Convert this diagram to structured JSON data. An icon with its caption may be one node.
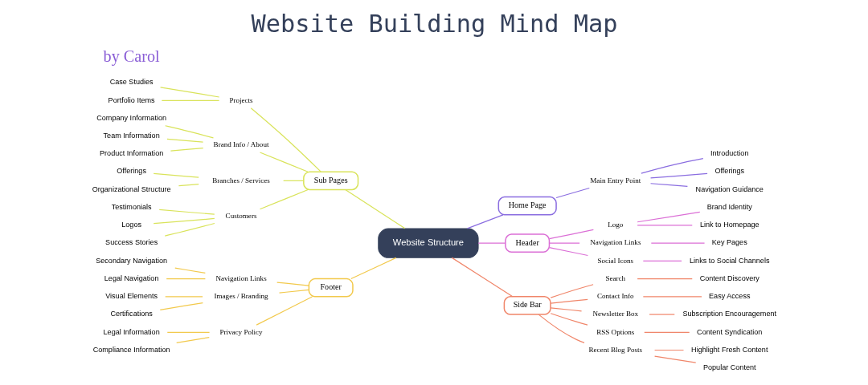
{
  "diagram": {
    "title": "Website Building Mind Map",
    "nodes": [
      {
        "text": [
          "Website Structure"
        ]
      },
      {
        "text": [
          "Sub Pages"
        ]
      },
      {
        "text": [
          "Projects"
        ]
      },
      {
        "text": [
          "Case Studies"
        ]
      },
      {
        "text": [
          "Portfolio Items"
        ]
      },
      {
        "text": [
          "Brand Info / About"
        ]
      },
      {
        "text": [
          "Company Information"
        ]
      },
      {
        "text": [
          "Team Information"
        ]
      },
      {
        "text": [
          "Product Information"
        ]
      },
      {
        "text": [
          "Branches / Services"
        ]
      },
      {
        "text": [
          "Offerings"
        ]
      },
      {
        "text": [
          "Organizational Structure"
        ]
      },
      {
        "text": [
          "Customers"
        ]
      },
      {
        "text": [
          "Testimonials"
        ]
      },
      {
        "text": [
          "Logos"
        ]
      },
      {
        "text": [
          "Success Stories"
        ]
      },
      {
        "text": [
          "Footer"
        ]
      },
      {
        "text": [
          "Navigation Links"
        ]
      },
      {
        "text": [
          "Secondary Navigation"
        ]
      },
      {
        "text": [
          "Legal Navigation"
        ]
      },
      {
        "text": [
          "Images / Branding"
        ]
      },
      {
        "text": [
          "Visual Elements"
        ]
      },
      {
        "text": [
          "Certifications"
        ]
      },
      {
        "text": [
          "Privacy Policy"
        ]
      },
      {
        "text": [
          "Legal Information"
        ]
      },
      {
        "text": [
          "Compliance Information"
        ]
      },
      {
        "text": [
          "Home Page"
        ]
      },
      {
        "text": [
          "Main Entry Point"
        ]
      },
      {
        "text": [
          "Introduction"
        ]
      },
      {
        "text": [
          "Offerings"
        ]
      },
      {
        "text": [
          "Navigation Guidance"
        ]
      },
      {
        "text": [
          "Header"
        ]
      },
      {
        "text": [
          "Logo"
        ]
      },
      {
        "text": [
          "Brand Identity"
        ]
      },
      {
        "text": [
          "Link to Homepage"
        ]
      },
      {
        "text": [
          "Navigation Links"
        ]
      },
      {
        "text": [
          "Key Pages"
        ]
      },
      {
        "text": [
          "Social Icons"
        ]
      },
      {
        "text": [
          "Links to Social Channels"
        ]
      },
      {
        "text": [
          "Side Bar"
        ]
      },
      {
        "text": [
          "Search"
        ]
      },
      {
        "text": [
          "Content Discovery"
        ]
      },
      {
        "text": [
          "Contact Info"
        ]
      },
      {
        "text": [
          "Easy Access"
        ]
      },
      {
        "text": [
          "Newsletter Box"
        ]
      },
      {
        "text": [
          "Subscription Encouragement"
        ]
      },
      {
        "text": [
          "RSS Options"
        ]
      },
      {
        "text": [
          "Content Syndication"
        ]
      },
      {
        "text": [
          "Recent Blog Posts"
        ]
      },
      {
        "text": [
          "Highlight Fresh Content"
        ]
      },
      {
        "text": [
          "Popular Content"
        ]
      }
    ],
    "edges": [
      {
        "from": 0,
        "to": 1,
        "arrow": "none",
        "color": "#d9e35a"
      },
      {
        "from": 1,
        "to": 2,
        "arrow": "none",
        "color": "#d9e35a"
      },
      {
        "from": 2,
        "to": 3,
        "arrow": "none",
        "color": "#d9e35a"
      },
      {
        "from": 2,
        "to": 4,
        "arrow": "none",
        "color": "#d9e35a"
      },
      {
        "from": 1,
        "to": 5,
        "arrow": "none",
        "color": "#d9e35a"
      },
      {
        "from": 5,
        "to": 6,
        "arrow": "none",
        "color": "#d9e35a"
      },
      {
        "from": 5,
        "to": 7,
        "arrow": "none",
        "color": "#d9e35a"
      },
      {
        "from": 5,
        "to": 8,
        "arrow": "none",
        "color": "#d9e35a"
      },
      {
        "from": 1,
        "to": 9,
        "arrow": "none",
        "color": "#d9e35a"
      },
      {
        "from": 9,
        "to": 10,
        "arrow": "none",
        "color": "#d9e35a"
      },
      {
        "from": 9,
        "to": 11,
        "arrow": "none",
        "color": "#d9e35a"
      },
      {
        "from": 1,
        "to": 12,
        "arrow": "none",
        "color": "#d9e35a"
      },
      {
        "from": 12,
        "to": 13,
        "arrow": "none",
        "color": "#d9e35a"
      },
      {
        "from": 12,
        "to": 14,
        "arrow": "none",
        "color": "#d9e35a"
      },
      {
        "from": 12,
        "to": 15,
        "arrow": "none",
        "color": "#d9e35a"
      },
      {
        "from": 0,
        "to": 16,
        "arrow": "none",
        "color": "#f2c94c"
      },
      {
        "from": 16,
        "to": 17,
        "arrow": "none",
        "color": "#f2c94c"
      },
      {
        "from": 17,
        "to": 18,
        "arrow": "none",
        "color": "#f2c94c"
      },
      {
        "from": 17,
        "to": 19,
        "arrow": "none",
        "color": "#f2c94c"
      },
      {
        "from": 16,
        "to": 20,
        "arrow": "none",
        "color": "#f2c94c"
      },
      {
        "from": 20,
        "to": 21,
        "arrow": "none",
        "color": "#f2c94c"
      },
      {
        "from": 20,
        "to": 22,
        "arrow": "none",
        "color": "#f2c94c"
      },
      {
        "from": 16,
        "to": 23,
        "arrow": "none",
        "color": "#f2c94c"
      },
      {
        "from": 23,
        "to": 24,
        "arrow": "none",
        "color": "#f2c94c"
      },
      {
        "from": 23,
        "to": 25,
        "arrow": "none",
        "color": "#f2c94c"
      },
      {
        "from": 0,
        "to": 26,
        "arrow": "none",
        "color": "#8a6de0"
      },
      {
        "from": 26,
        "to": 27,
        "arrow": "none",
        "color": "#8a6de0"
      },
      {
        "from": 27,
        "to": 28,
        "arrow": "none",
        "color": "#8a6de0"
      },
      {
        "from": 27,
        "to": 29,
        "arrow": "none",
        "color": "#8a6de0"
      },
      {
        "from": 27,
        "to": 30,
        "arrow": "none",
        "color": "#8a6de0"
      },
      {
        "from": 0,
        "to": 31,
        "arrow": "none",
        "color": "#db6fd6"
      },
      {
        "from": 31,
        "to": 32,
        "arrow": "none",
        "color": "#db6fd6"
      },
      {
        "from": 32,
        "to": 33,
        "arrow": "none",
        "color": "#db6fd6"
      },
      {
        "from": 32,
        "to": 34,
        "arrow": "none",
        "color": "#db6fd6"
      },
      {
        "from": 31,
        "to": 35,
        "arrow": "none",
        "color": "#db6fd6"
      },
      {
        "from": 35,
        "to": 36,
        "arrow": "none",
        "color": "#db6fd6"
      },
      {
        "from": 31,
        "to": 37,
        "arrow": "none",
        "color": "#db6fd6"
      },
      {
        "from": 37,
        "to": 38,
        "arrow": "none",
        "color": "#db6fd6"
      },
      {
        "from": 0,
        "to": 39,
        "arrow": "none",
        "color": "#f0866a"
      },
      {
        "from": 39,
        "to": 40,
        "arrow": "none",
        "color": "#f0866a"
      },
      {
        "from": 40,
        "to": 41,
        "arrow": "none",
        "color": "#f0866a"
      },
      {
        "from": 39,
        "to": 42,
        "arrow": "none",
        "color": "#f0866a"
      },
      {
        "from": 42,
        "to": 43,
        "arrow": "none",
        "color": "#f0866a"
      },
      {
        "from": 39,
        "to": 44,
        "arrow": "none",
        "color": "#f0866a"
      },
      {
        "from": 44,
        "to": 45,
        "arrow": "none",
        "color": "#f0866a"
      },
      {
        "from": 39,
        "to": 46,
        "arrow": "none",
        "color": "#f0866a"
      },
      {
        "from": 46,
        "to": 47,
        "arrow": "none",
        "color": "#f0866a"
      },
      {
        "from": 39,
        "to": 48,
        "arrow": "none",
        "color": "#f0866a"
      },
      {
        "from": 48,
        "to": 49,
        "arrow": "none",
        "color": "#f0866a"
      },
      {
        "from": 48,
        "to": 50,
        "arrow": "none",
        "color": "#f0866a"
      }
    ],
    "labels": [
      "by Carol"
    ]
  }
}
